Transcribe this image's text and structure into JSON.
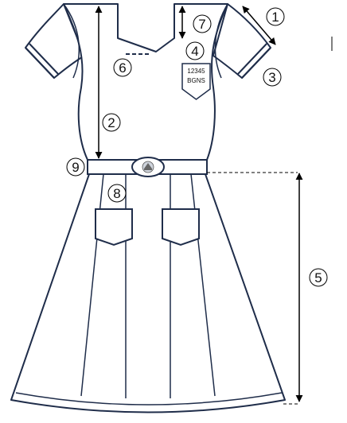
{
  "diagram": {
    "callouts": [
      {
        "id": "sleeve-length",
        "number": "1"
      },
      {
        "id": "bodice-length",
        "number": "2"
      },
      {
        "id": "sleeve-band",
        "number": "3"
      },
      {
        "id": "name-badge",
        "number": "4"
      },
      {
        "id": "skirt-length",
        "number": "5"
      },
      {
        "id": "neckline-edge",
        "number": "6"
      },
      {
        "id": "neckline-depth",
        "number": "7"
      },
      {
        "id": "skirt-pocket",
        "number": "8"
      },
      {
        "id": "belt",
        "number": "9"
      }
    ],
    "badge": {
      "line1": "12345",
      "line2": "BGNS"
    },
    "colors": {
      "outline": "#1f2d4a",
      "fill": "#ffffff",
      "arrow": "#000000"
    }
  }
}
